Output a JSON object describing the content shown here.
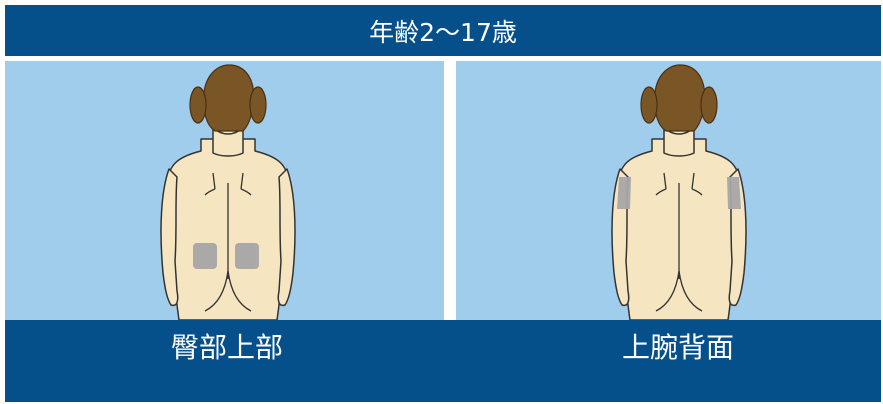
{
  "header": {
    "title": "年齢2〜17歳"
  },
  "panels": [
    {
      "caption": "臀部上部",
      "site": "buttocks"
    },
    {
      "caption": "上腕背面",
      "site": "upper-arm-back"
    }
  ],
  "colors": {
    "header_bg": "#05508a",
    "panel_bg": "#a0cdeb",
    "skin": "#f5e6c1",
    "hair": "#7a5525",
    "injection_area": "#a6a6a6"
  }
}
